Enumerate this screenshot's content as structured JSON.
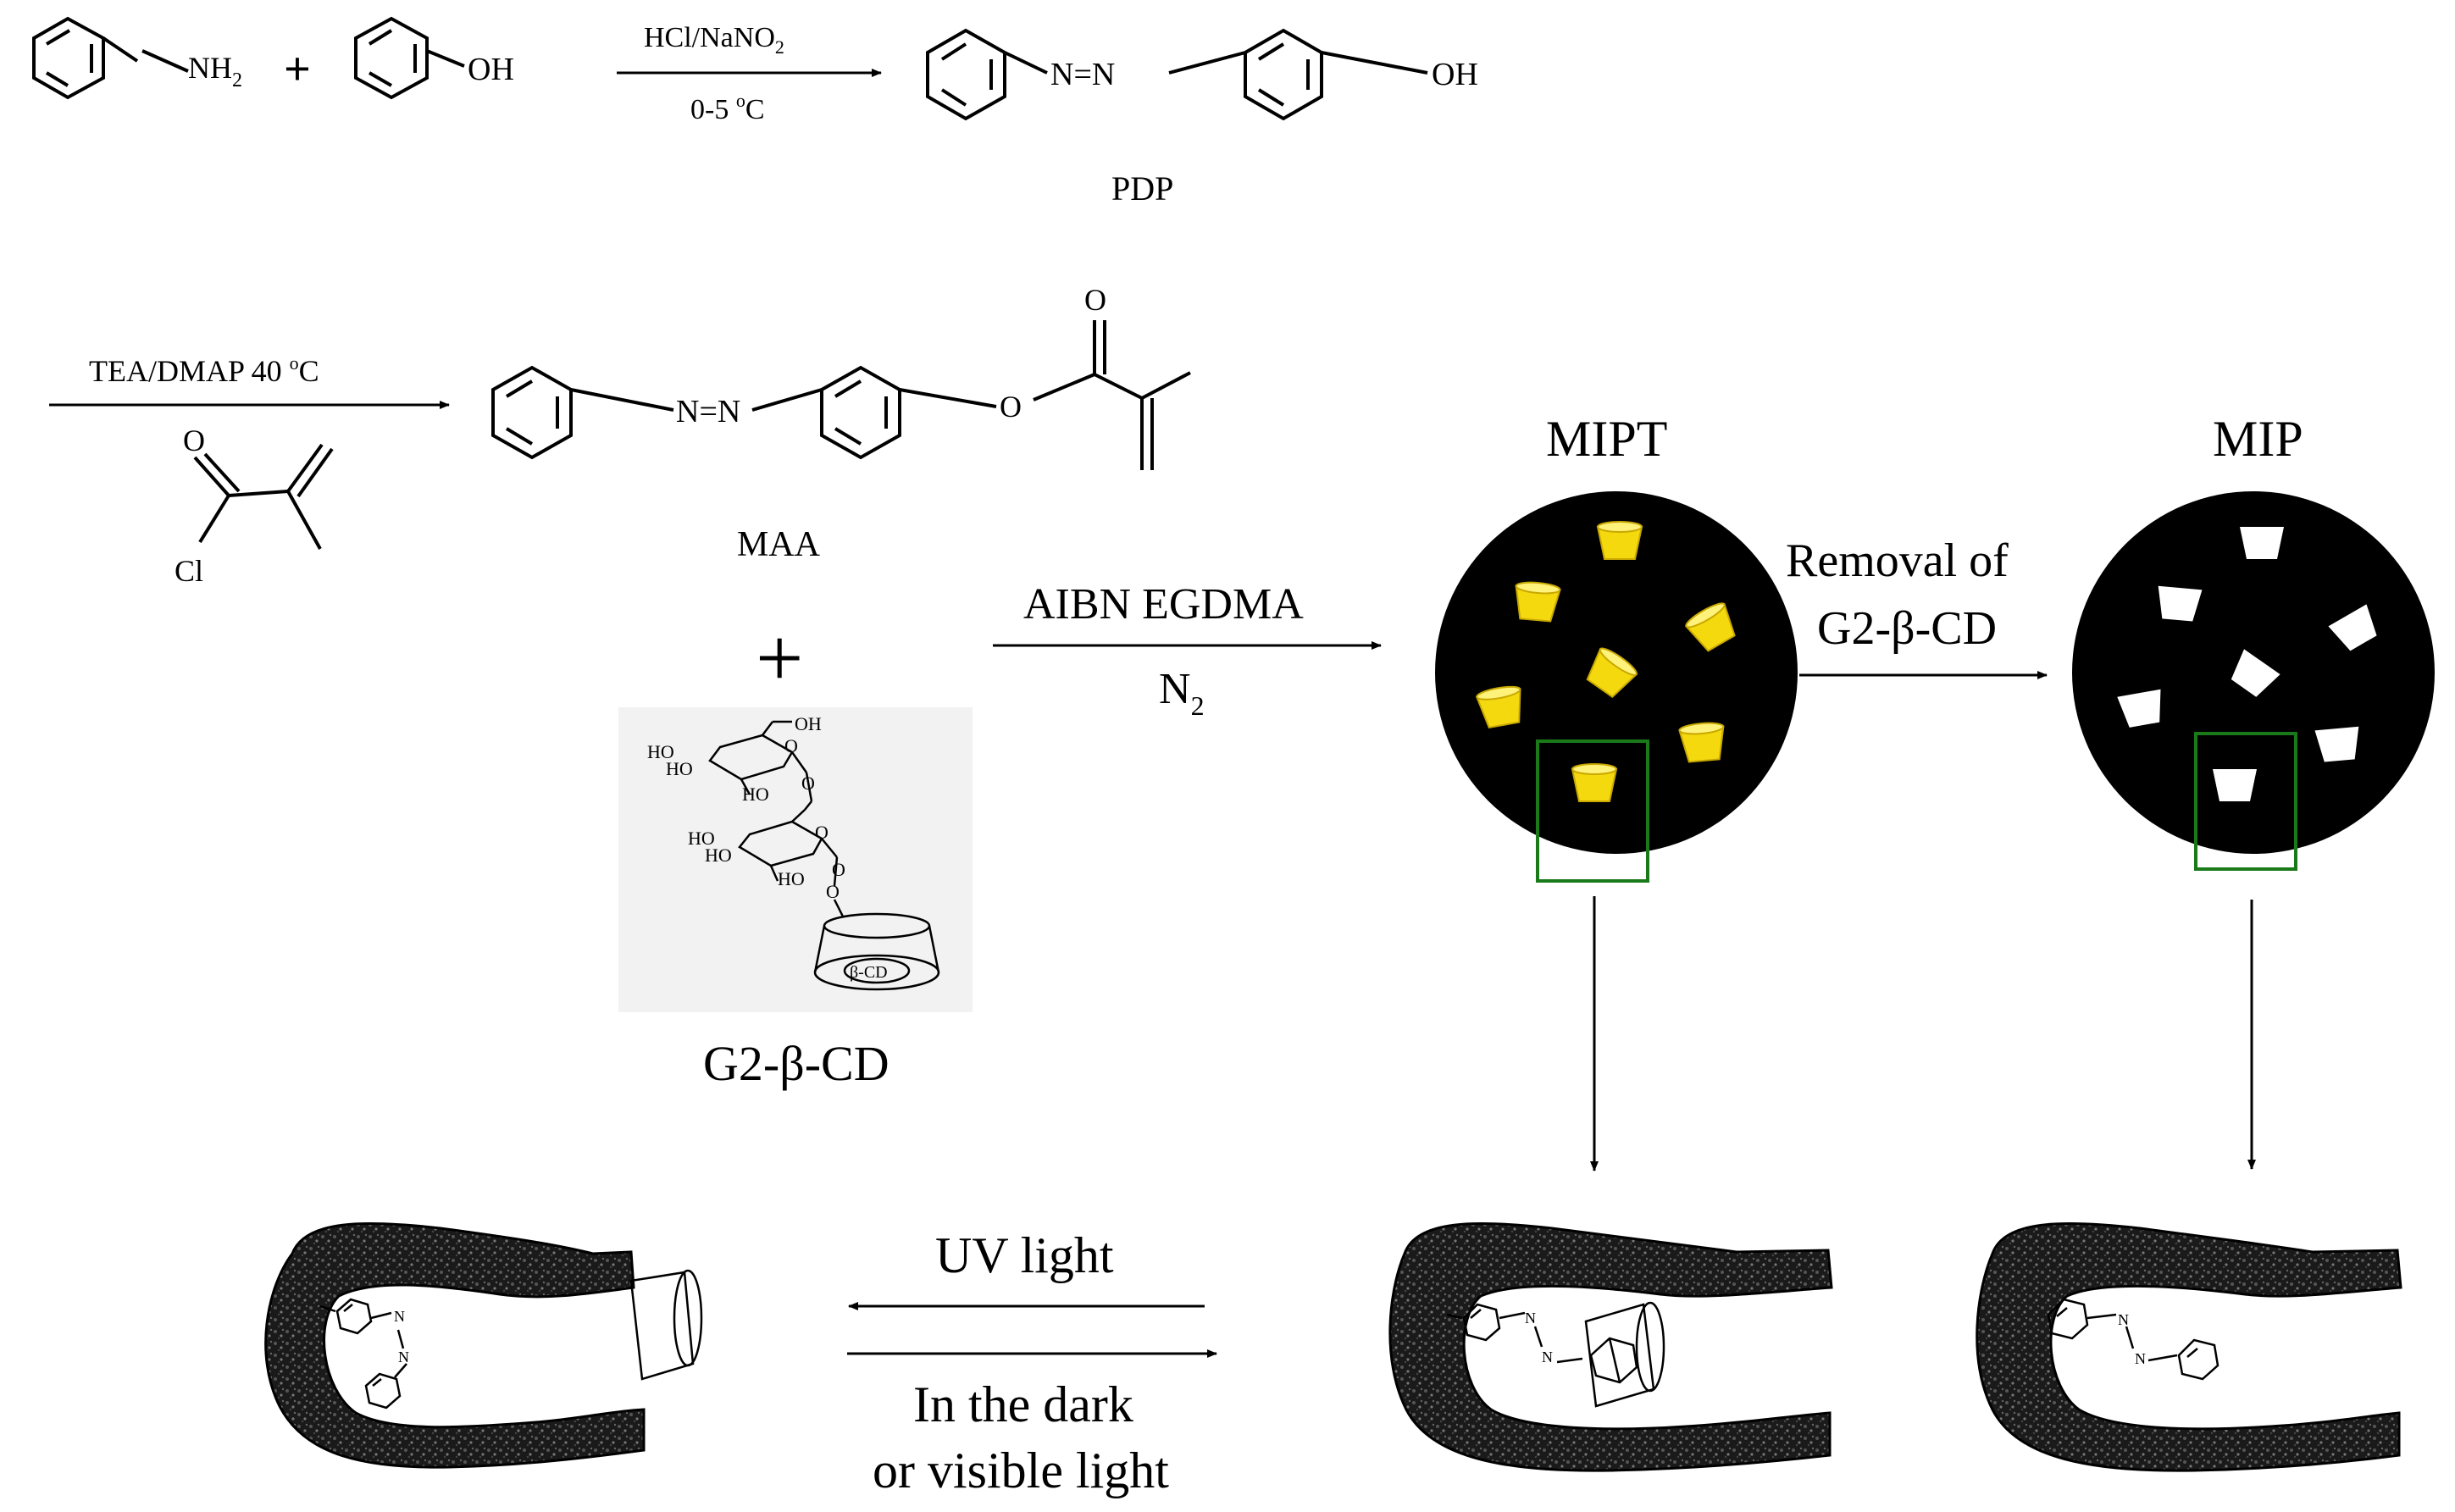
{
  "reaction1": {
    "nh2": "NH",
    "nh2_sub": "2",
    "plus": "+",
    "oh": "OH",
    "reagent": "HCl/NaNO",
    "reagent_sub": "2",
    "temp": "0-5 ",
    "temp_deg": "o",
    "temp_unit": "C",
    "azo": "N=N",
    "product_oh": "OH",
    "product": "PDP"
  },
  "reaction2": {
    "reagent": "TEA/DMAP   40 ",
    "reagent_deg": "o",
    "reagent_unit": "C",
    "acyl_o": "O",
    "acyl_cl": "Cl",
    "azo": "N=N",
    "ester_o": "O",
    "carbonyl_o": "O",
    "product": "MAA"
  },
  "template": {
    "plus": "+",
    "ho1": "HO",
    "ho2": "HO",
    "oh_top": "OH",
    "ho_mid": "HO",
    "o1": "O",
    "o2": "O",
    "o3": "O",
    "ho3": "HO",
    "ho4": "HO",
    "ho_low": "HO",
    "o4": "O",
    "o5": "O",
    "cd_label": "β-CD",
    "name": "G2-β-CD"
  },
  "polymerization": {
    "reagent": "AIBN EGDMA",
    "gas": "N",
    "gas_sub": "2"
  },
  "mipt": {
    "label": "MIPT"
  },
  "removal": {
    "line1": "Removal of",
    "line2": "G2-β-CD"
  },
  "mip": {
    "label": "MIP"
  },
  "equilibrium": {
    "forward": "UV light",
    "reverse_line1": "In the dark",
    "reverse_line2": "or visible light"
  },
  "cavity": {
    "n_label": "N"
  },
  "colors": {
    "template_fill": "#f5d90f",
    "template_stroke": "#c8a800",
    "cavity_fill": "#ffffff",
    "highlight_box": "#1a7a1a",
    "polymer": "#000000",
    "panel_bg": "#f2f2f2"
  }
}
